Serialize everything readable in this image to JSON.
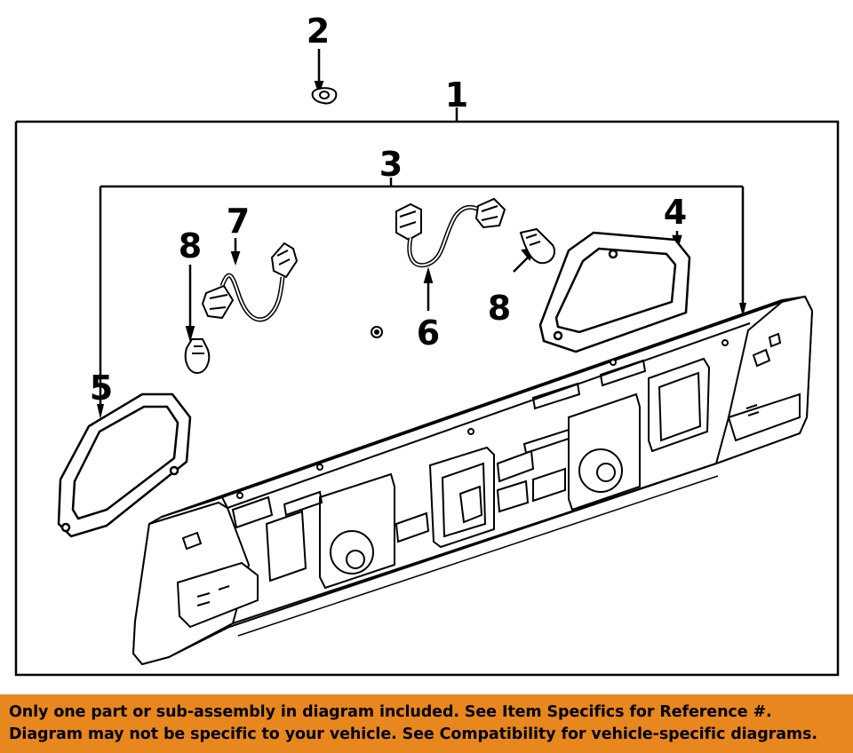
{
  "diagram": {
    "callouts": [
      {
        "id": "1",
        "label": "1"
      },
      {
        "id": "2",
        "label": "2"
      },
      {
        "id": "3",
        "label": "3"
      },
      {
        "id": "4",
        "label": "4"
      },
      {
        "id": "5",
        "label": "5"
      },
      {
        "id": "6",
        "label": "6"
      },
      {
        "id": "7",
        "label": "7"
      },
      {
        "id": "8a",
        "label": "8"
      },
      {
        "id": "8b",
        "label": "8"
      }
    ]
  },
  "banner": {
    "line1": "Only one part or sub-assembly in diagram included. See Item Specifics for Reference #.",
    "line2": "Diagram may not be specific to your vehicle. See Compatibility for vehicle-specific diagrams.",
    "color": "#e8871e"
  }
}
